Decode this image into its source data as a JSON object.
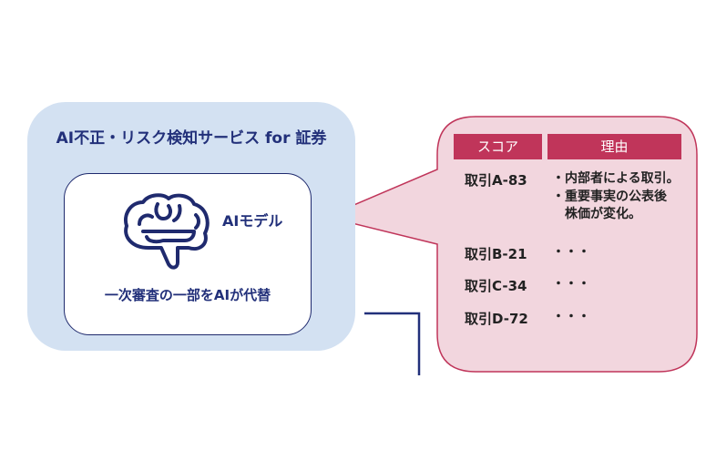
{
  "service": {
    "title": "AI不正・リスク検知サービス for 証券",
    "model_label": "AIモデル",
    "description": "一次審査の一部をAIが代替"
  },
  "callout": {
    "headers": [
      "スコア",
      "理由"
    ],
    "rows": [
      {
        "transaction": "取引A-83",
        "reasons": [
          "・内部者による取引。",
          "・重要事実の公表後",
          "　株価が変化。"
        ]
      },
      {
        "transaction": "取引B-21",
        "reasons": [
          "・・・"
        ]
      },
      {
        "transaction": "取引C-34",
        "reasons": [
          "・・・"
        ]
      },
      {
        "transaction": "取引D-72",
        "reasons": [
          "・・・"
        ]
      }
    ]
  },
  "colors": {
    "navy": "#22307a",
    "light_blue": "#d3e1f2",
    "crimson": "#c0355a",
    "pink": "#f2d6de"
  }
}
